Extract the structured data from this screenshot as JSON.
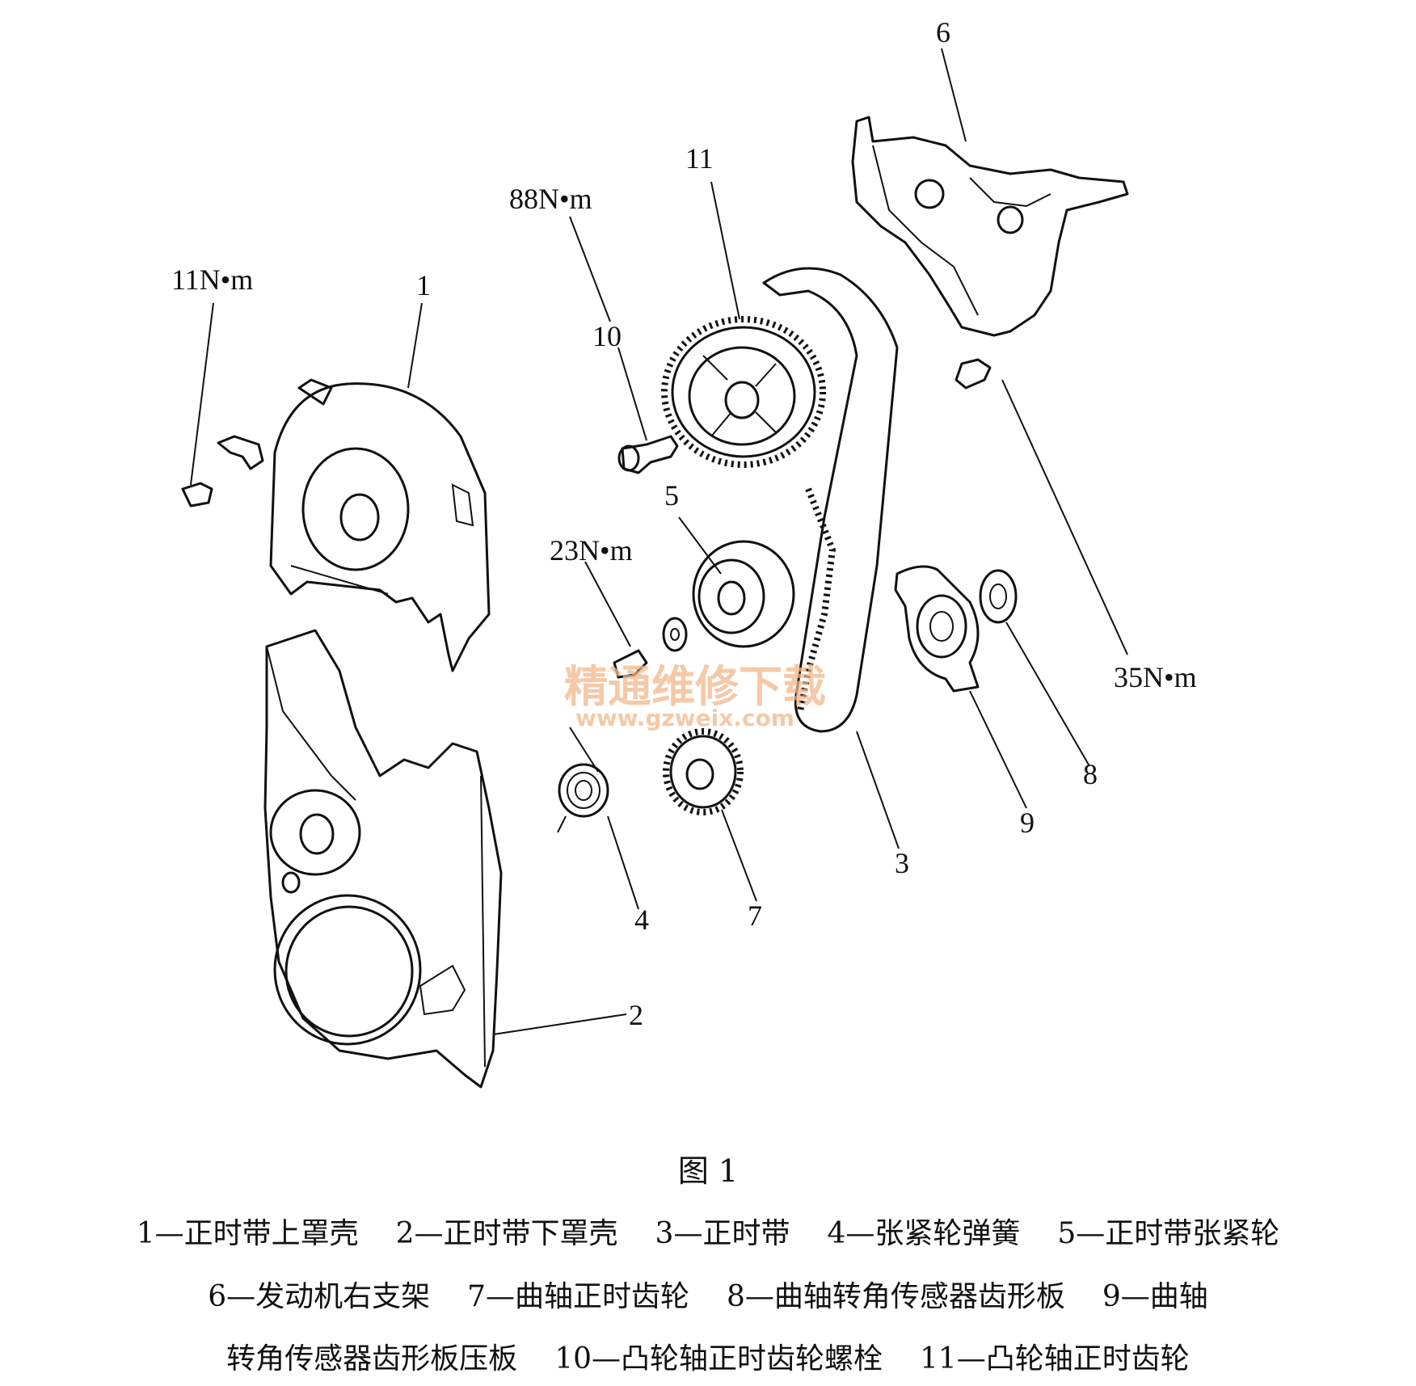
{
  "labels": {
    "p1": "1",
    "p2": "2",
    "p3": "3",
    "p4": "4",
    "p5": "5",
    "p6": "6",
    "p7": "7",
    "p8": "8",
    "p9": "9",
    "p10": "10",
    "p11": "11",
    "t11": "11N•m",
    "t88": "88N•m",
    "t23": "23N•m",
    "t35": "35N•m"
  },
  "watermark": {
    "cn": "精通维修下载",
    "url": "www.gzweix.com"
  },
  "figure_title": "图 1",
  "legend": {
    "row1": [
      "1—正时带上罩壳",
      "2—正时带下罩壳",
      "3—正时带",
      "4—张紧轮弹簧",
      "5—正时带张紧轮"
    ],
    "row2": [
      "6—发动机右支架",
      "7—曲轴正时齿轮",
      "8—曲轴转角传感器齿形板",
      "9—曲轴"
    ],
    "row3": [
      "转角传感器齿形板压板",
      "10—凸轮轴正时齿轮螺栓",
      "11—凸轮轴正时齿轮"
    ]
  }
}
